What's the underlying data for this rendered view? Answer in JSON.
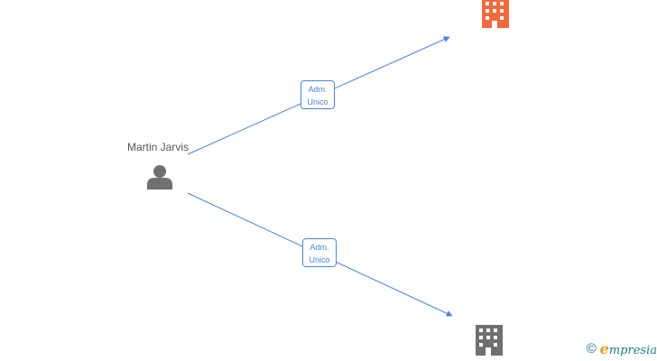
{
  "person": {
    "name": "Martin Jarvis",
    "icon": "person-icon"
  },
  "relations": [
    {
      "line1": "Adm.",
      "line2": "Unico"
    },
    {
      "line1": "Adm.",
      "line2": "Unico"
    }
  ],
  "companies": [
    {
      "icon": "building-icon",
      "color": "#f26a3d"
    },
    {
      "icon": "building-icon",
      "color": "#707070"
    }
  ],
  "colors": {
    "edge": "#4a86d6",
    "person": "#707070"
  },
  "watermark": {
    "symbol": "©",
    "brand_initial": "e",
    "brand_rest": "mpresia"
  }
}
